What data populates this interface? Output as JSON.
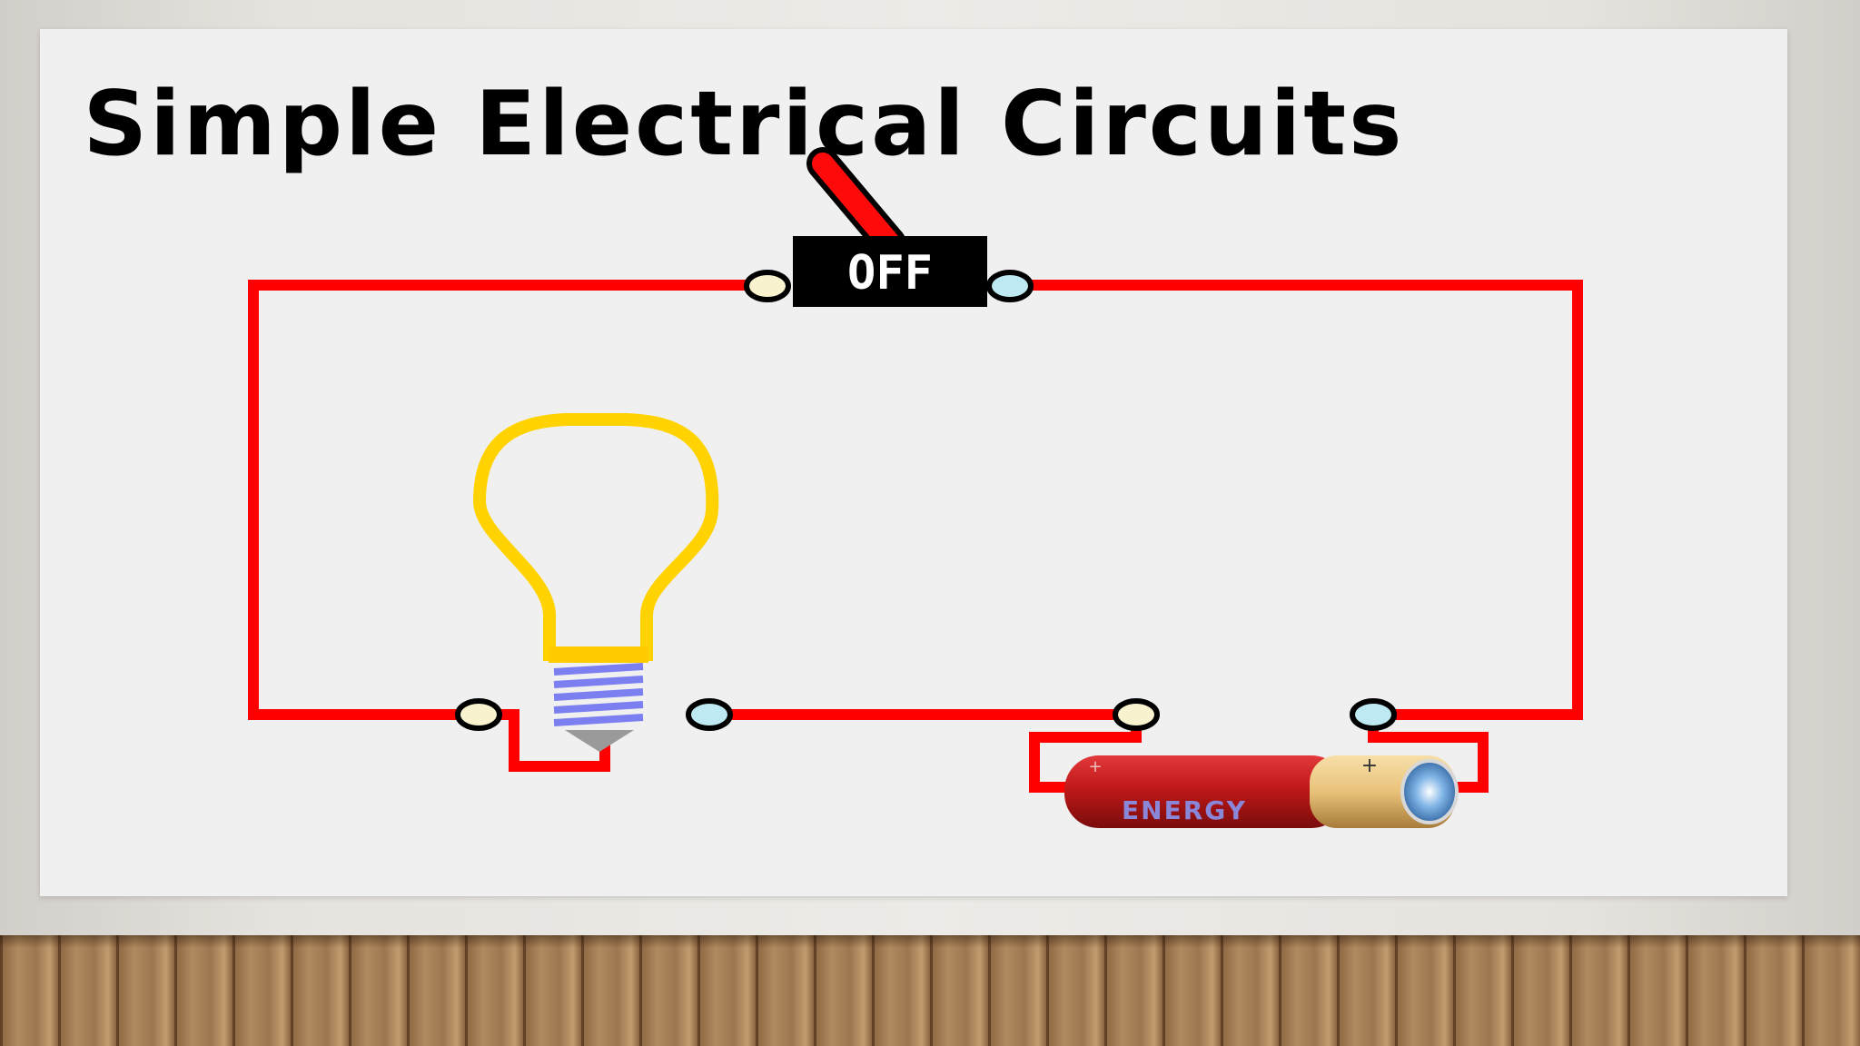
{
  "slide": {
    "title": "Simple Electrical Circuits"
  },
  "circuit": {
    "switch_state": "OFF",
    "battery_label": "ENERGY",
    "battery_plus": "+",
    "battery_minus": "+",
    "components": [
      "switch-icon",
      "light-bulb-icon",
      "battery-icon"
    ],
    "colors": {
      "wire": "#ff0000",
      "terminal_negative": "#f8f2cf",
      "terminal_positive": "#bfe9f2",
      "switch_lever": "#ff0a0a",
      "switch_body": "#000000",
      "bulb_glass": "#ffd200",
      "bulb_screw": "#7b7ff0",
      "battery_body": "#c01818",
      "battery_cap": "#e9c27a"
    }
  }
}
